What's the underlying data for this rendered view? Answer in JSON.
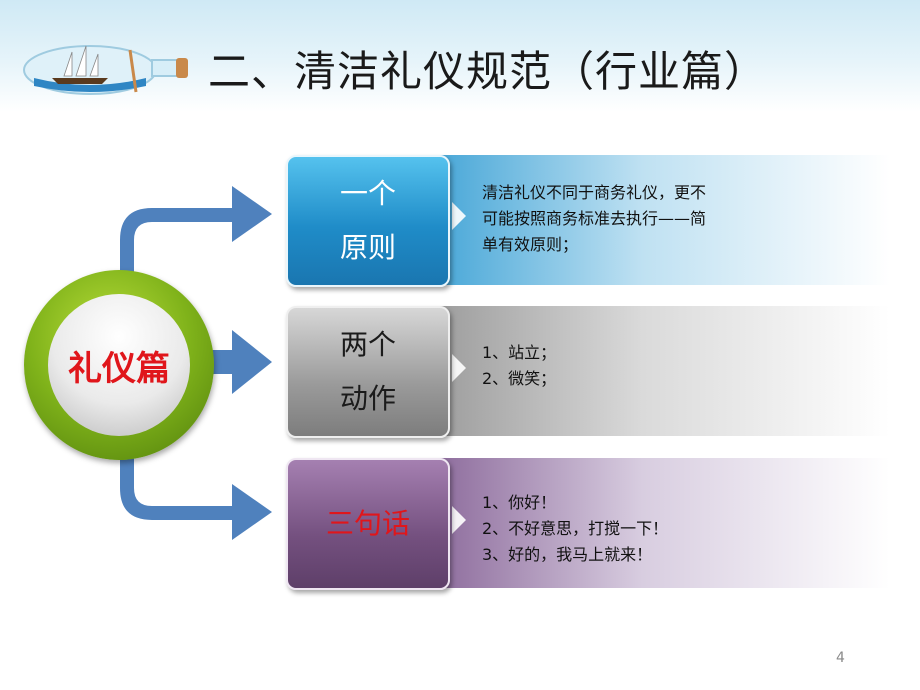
{
  "slide": {
    "title": "二、清洁礼仪规范（行业篇）",
    "page_number": "4"
  },
  "center": {
    "label": "礼仪篇"
  },
  "rows": [
    {
      "label_lines": [
        "一个",
        "原则"
      ],
      "description": "清洁礼仪不同于商务礼仪，更不\n可能按照商务标准去执行——简\n单有效原则；"
    },
    {
      "label_lines": [
        "两个",
        "动作"
      ],
      "description": "1、站立；\n2、微笑；"
    },
    {
      "label_lines": [
        "三句话"
      ],
      "description": "1、你好！\n2、不好意思，打搅一下！\n3、好的，我马上就来！"
    }
  ],
  "colors": {
    "accent_blue": "#1f8cc8",
    "accent_gray": "#9a9a9a",
    "accent_purple": "#74507f",
    "ring_green": "#7fb21a",
    "arrow_blue": "#4f81bd",
    "highlight_red": "#e0161b"
  },
  "icons": {
    "logo": "ship-in-bottle-icon"
  }
}
